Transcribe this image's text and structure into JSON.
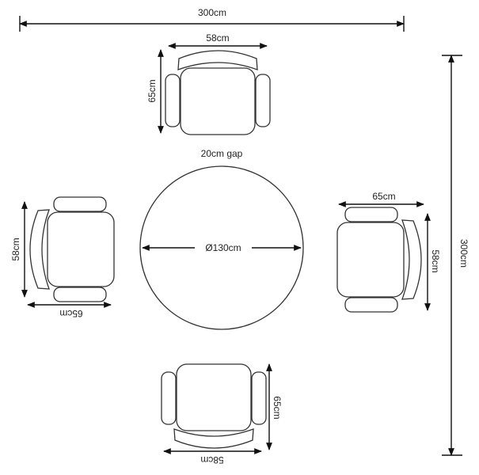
{
  "title": "Round dining table with four chairs layout",
  "room": {
    "width_label": "300cm",
    "depth_label": "300cm"
  },
  "table": {
    "diameter_label": "Ø130cm"
  },
  "gap_label": "20cm gap",
  "chairs": {
    "top": {
      "width_label": "58cm",
      "depth_label": "65cm"
    },
    "left": {
      "width_label": "58cm",
      "depth_label": "65cm"
    },
    "right": {
      "width_label": "58cm",
      "depth_label": "65cm"
    },
    "bottom": {
      "width_label": "58cm",
      "depth_label": "65cm"
    }
  },
  "colors": {
    "line": "#111111",
    "outline": "#333333"
  }
}
